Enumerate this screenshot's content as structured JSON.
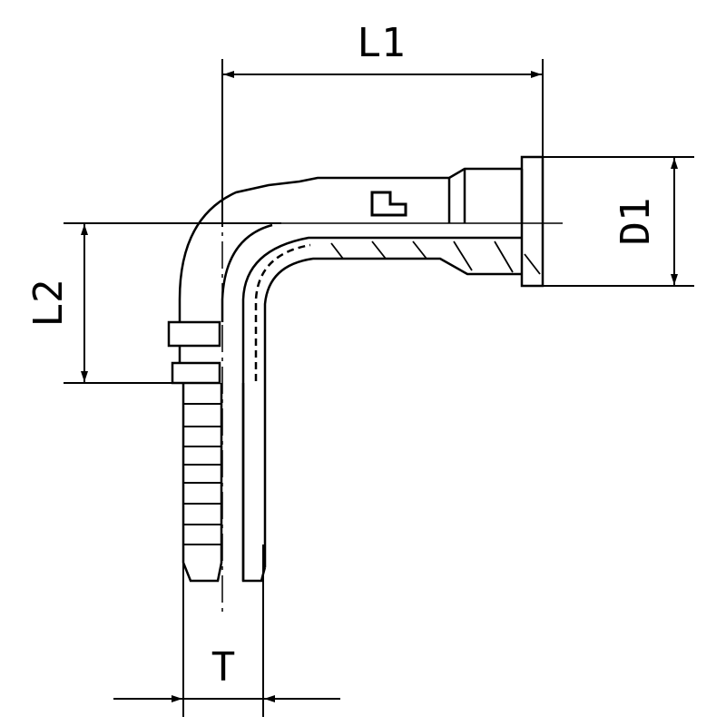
{
  "labels": {
    "l1": "L1",
    "l2": "L2",
    "d1": "D1",
    "t": "T"
  },
  "colors": {
    "stroke": "#000000",
    "background": "#ffffff"
  }
}
